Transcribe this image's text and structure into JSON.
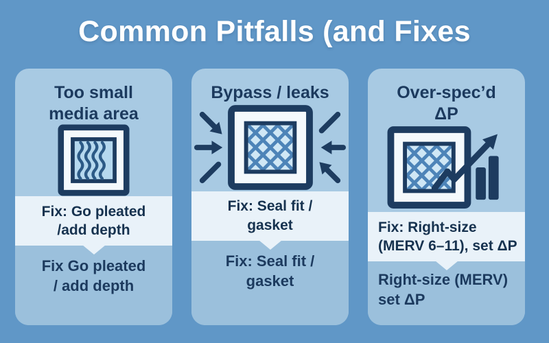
{
  "page": {
    "title": "Common Pitfalls (and Fixes"
  },
  "colors": {
    "background": "#6097c7",
    "card": "#a8cae3",
    "fix_band": "#e9f2f9",
    "note_band": "#9bc0dc",
    "title_text": "#ffffff",
    "heading_text": "#1c3a5e",
    "icon_navy": "#1d3c60",
    "icon_white": "#f4f9fc",
    "mesh_line": "#4d84b8",
    "mesh_fill": "#cfe7f5",
    "pleat_fill": "#b5d8ee",
    "pleat_line": "#2c5a86"
  },
  "cards": [
    {
      "id": "too-small-media-area",
      "heading_lines": [
        "Too small",
        "media area"
      ],
      "icon": "pleated-filter-icon",
      "fix_lines": [
        "Fix: Go pleated",
        "/add depth"
      ],
      "note_lines": [
        "Fix Go pleated",
        "/ add depth"
      ]
    },
    {
      "id": "bypass-leaks",
      "heading_lines": [
        "Bypass / leaks"
      ],
      "icon": "filter-bypass-arrows-icon",
      "fix_lines": [
        "Fix: Seal fit /",
        "gasket"
      ],
      "note_lines": [
        "Fix: Seal fit /",
        "gasket"
      ]
    },
    {
      "id": "over-specd-delta-p",
      "heading_lines": [
        "Over-spec’d",
        "ΔP"
      ],
      "icon": "filter-pressure-trend-icon",
      "fix_lines": [
        "Fix: Right-size",
        "(MERV 6–11), set ΔP"
      ],
      "note_lines": [
        "Right-size (MERV)",
        "set ΔP"
      ]
    }
  ]
}
